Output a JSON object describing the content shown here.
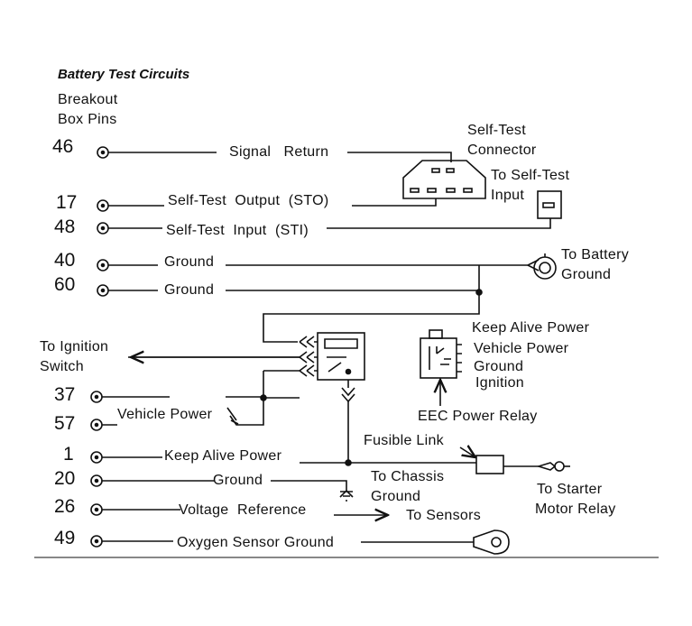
{
  "title": "Battery Test Circuits",
  "header": {
    "line1": "Breakout",
    "line2": "Box Pins"
  },
  "pins": {
    "p46": "46",
    "p17": "17",
    "p48": "48",
    "p40": "40",
    "p60": "60",
    "p37": "37",
    "p57": "57",
    "p1": "1",
    "p20": "20",
    "p26": "26",
    "p49": "49"
  },
  "wires": {
    "signal_return": "Signal   Return",
    "sto": "Self-Test  Output  (STO)",
    "sti": "Self-Test  Input  (STI)",
    "ground40": "Ground",
    "ground60": "Ground",
    "vehicle_power": "Vehicle Power",
    "keep_alive": "Keep Alive Power",
    "ground20": "Ground",
    "voltage_ref": "Voltage  Reference",
    "o2_ground": "Oxygen Sensor Ground"
  },
  "components": {
    "self_test_connector": [
      "Self-Test",
      "Connector"
    ],
    "to_self_test_input": [
      "To Self-Test",
      "Input"
    ],
    "to_battery_ground": [
      "To Battery",
      "Ground"
    ],
    "relay_pins": [
      "Keep Alive Power",
      "Vehicle Power",
      "Ground",
      "Ignition"
    ],
    "eec_relay": "EEC Power Relay",
    "to_ignition": [
      "To Ignition",
      "Switch"
    ],
    "fusible_link": "Fusible Link",
    "to_chassis": [
      "To Chassis",
      "Ground"
    ],
    "to_sensors": "To Sensors",
    "to_starter": [
      "To Starter",
      "Motor Relay"
    ]
  }
}
